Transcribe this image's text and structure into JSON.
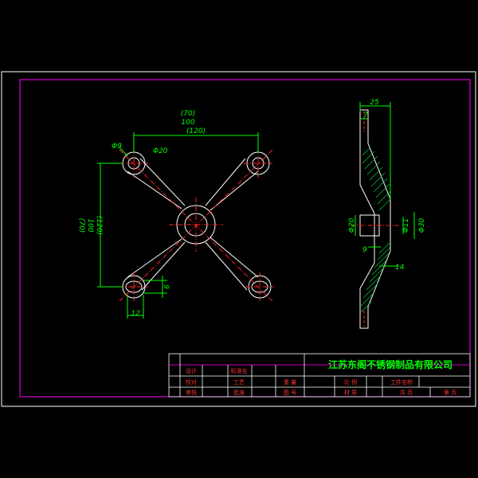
{
  "front_view": {
    "dims": {
      "hole_spacing_top": [
        "(70)",
        "100",
        "(120)"
      ],
      "hole_spacing_left": [
        "(70)",
        "100",
        "(120)"
      ],
      "hole_diameter": "Φ9",
      "boss_diameter": "Φ20",
      "arm_gap": "9",
      "boss_width": "12"
    }
  },
  "side_view": {
    "dims": {
      "thickness": "25",
      "flange": "7",
      "center_dia": "Φ20",
      "bore": "Φ11",
      "outer": "Φ30",
      "step": "9",
      "bottom": "14"
    }
  },
  "title_block": {
    "company": "江苏东阁不锈钢制品有限公司",
    "cells": {
      "design": "设计",
      "standard": "标准化",
      "proofread": "校对",
      "process": "工艺",
      "weight": "重  量",
      "ratio": "比  例",
      "part_name": "工件名称",
      "review": "审核",
      "approve": "批准",
      "drawing_no": "图  号",
      "material": "材  质",
      "total": "共     页",
      "page": "第     页"
    }
  },
  "colors": {
    "background": "#000000",
    "border": "#ffffff",
    "inner_frame": "#ff00ff",
    "object": "#ffffff",
    "centerline": "#ff2020",
    "dimension": "#00ff00",
    "hatch": "#00cc44",
    "title_text": "#ff3030"
  }
}
